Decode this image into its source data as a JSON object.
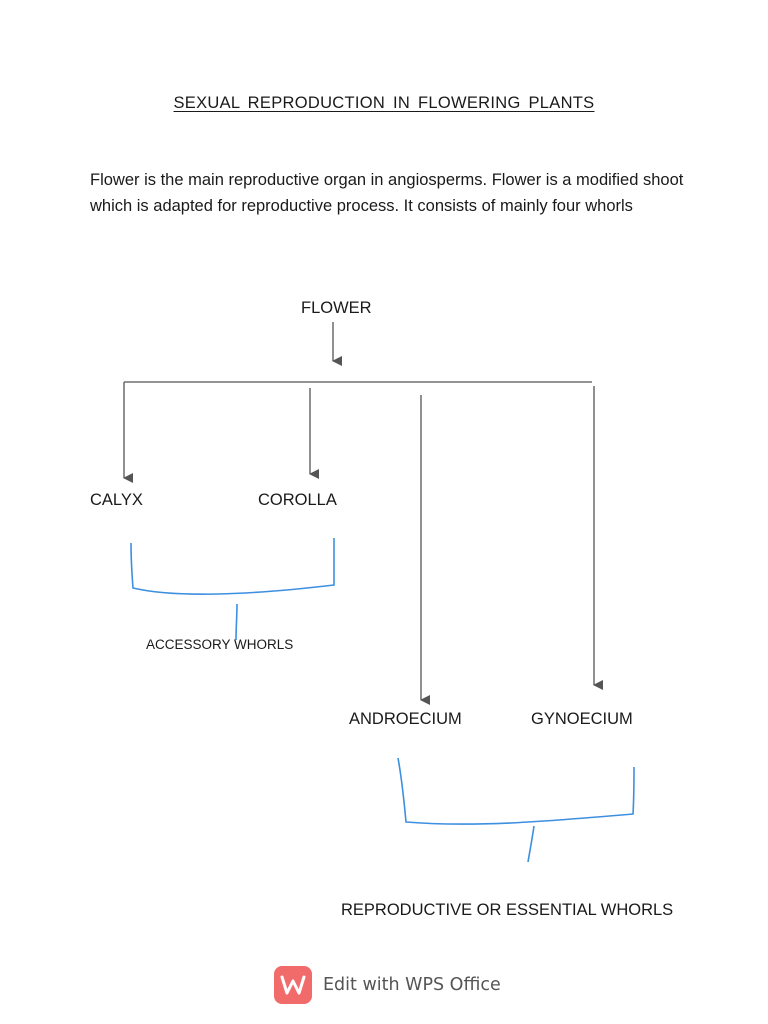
{
  "document": {
    "title": "SEXUAL  REPRODUCTION  IN  FLOWERING  PLANTS",
    "intro": "Flower is the main reproductive organ in angiosperms. Flower is a modified shoot which is adapted for reproductive process. It consists of mainly four whorls"
  },
  "diagram": {
    "root": "FLOWER",
    "nodes": {
      "calyx": "CALYX",
      "corolla": "COROLLA",
      "androecium": "ANDROECIUM",
      "gynoecium": "GYNOECIUM"
    },
    "groups": {
      "accessory": "ACCESSORY WHORLS",
      "essential": "REPRODUCTIVE OR ESSENTIAL WHORLS"
    },
    "colors": {
      "arrow": "#555555",
      "brace": "#3d8fe0"
    }
  },
  "watermark": {
    "text": "Edit with WPS Office",
    "icon": "wps-w-icon",
    "color": "#f26b6b"
  }
}
